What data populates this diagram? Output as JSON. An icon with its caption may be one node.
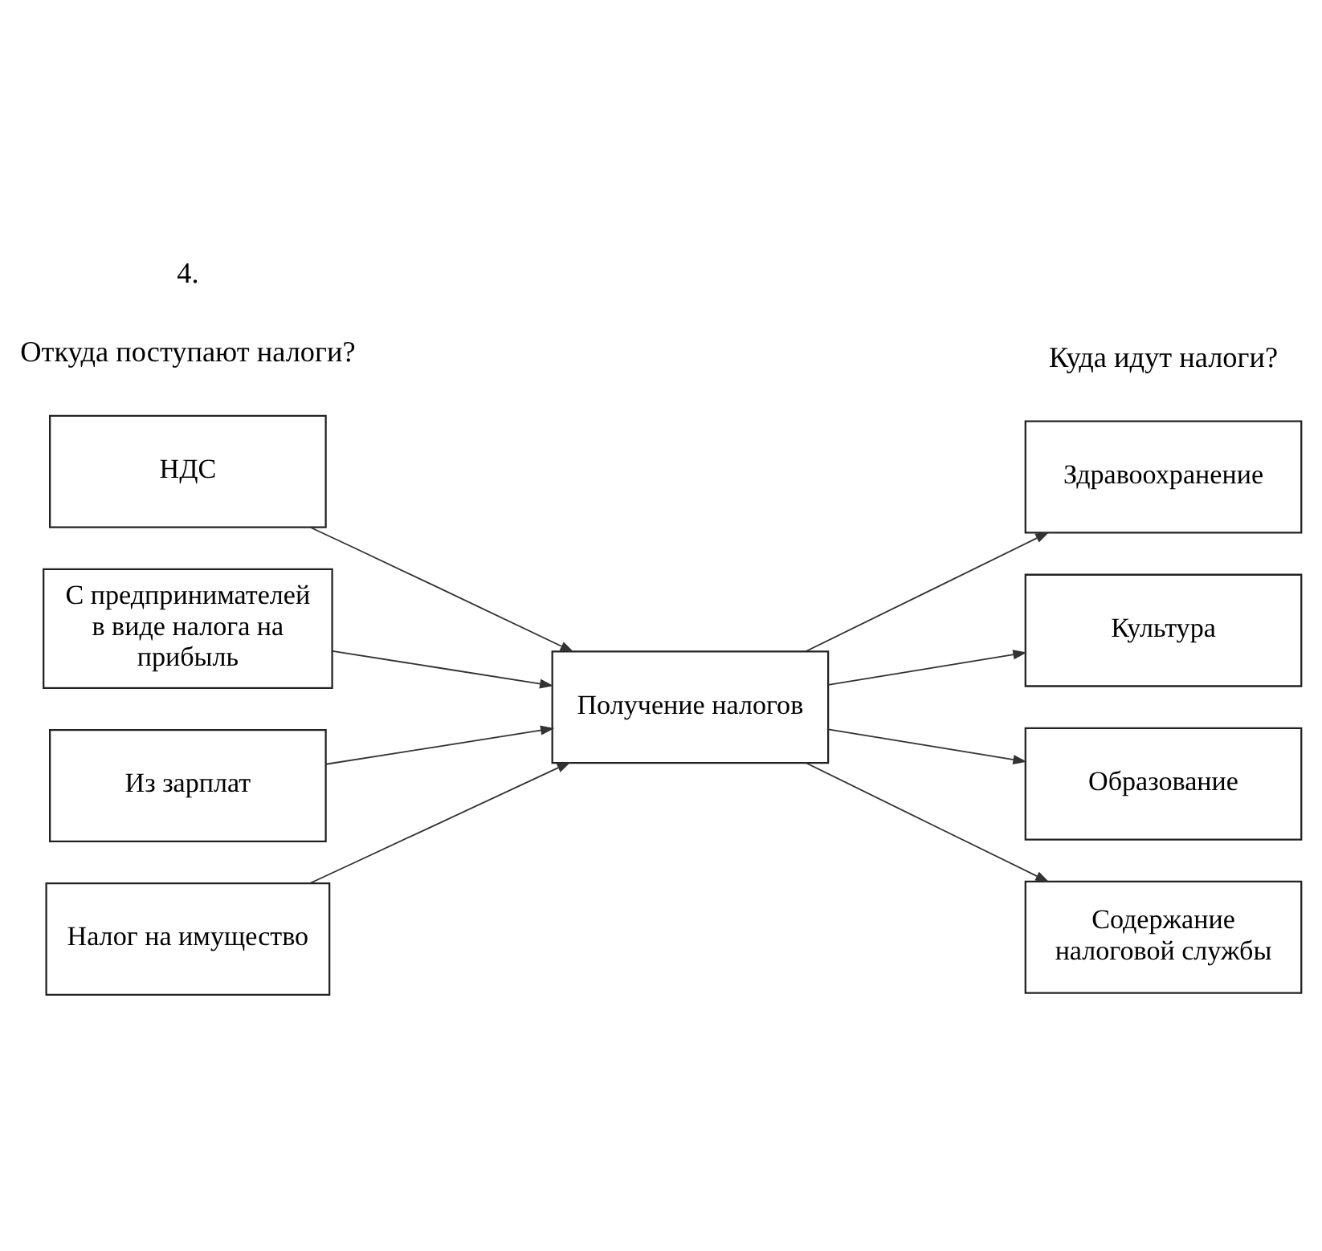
{
  "diagram": {
    "nodes": [
      {
        "text": [
          "НДС"
        ]
      },
      {
        "text": [
          "С предпринимателей в виде налога на прибыль"
        ]
      },
      {
        "text": [
          "Из зарплат"
        ]
      },
      {
        "text": [
          "Налог на имущество"
        ]
      },
      {
        "text": [
          "Получение налогов"
        ]
      },
      {
        "text": [
          "Здравоохранение"
        ]
      },
      {
        "text": [
          "Культура"
        ]
      },
      {
        "text": [
          "Образование"
        ]
      },
      {
        "text": [
          "Содержание налоговой службы"
        ]
      }
    ],
    "edges": [
      {
        "from": 0,
        "to": 4,
        "arrow": "to"
      },
      {
        "from": 1,
        "to": 4,
        "arrow": "to"
      },
      {
        "from": 2,
        "to": 4,
        "arrow": "to"
      },
      {
        "from": 3,
        "to": 4,
        "arrow": "to"
      },
      {
        "from": 4,
        "to": 5,
        "arrow": "to"
      },
      {
        "from": 4,
        "to": 6,
        "arrow": "to"
      },
      {
        "from": 4,
        "to": 7,
        "arrow": "to"
      },
      {
        "from": 4,
        "to": 8,
        "arrow": "to"
      }
    ],
    "labels": [
      "4.",
      "Откуда поступают налоги?",
      "Куда идут налоги?"
    ]
  }
}
